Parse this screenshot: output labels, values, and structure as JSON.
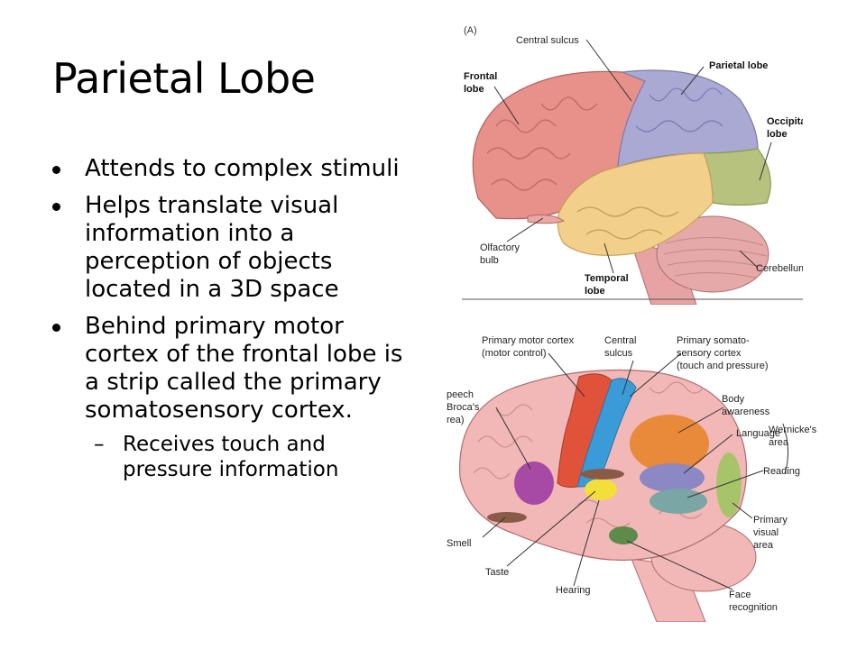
{
  "slide": {
    "title": "Parietal Lobe",
    "bullets": [
      {
        "text": "Attends to complex stimuli"
      },
      {
        "text": "Helps translate visual information into a perception of objects located in a 3D space"
      },
      {
        "text": "Behind primary motor cortex of the frontal lobe is a strip called the primary somatosensory cortex.",
        "sub": [
          "Receives touch and pressure information"
        ]
      }
    ]
  },
  "figure_a": {
    "panel_label": "(A)",
    "labels": {
      "central_sulcus": "Central sulcus",
      "parietal": "Parietal lobe",
      "frontal_1": "Frontal",
      "frontal_2": "lobe",
      "occipital_1": "Occipital",
      "occipital_2": "lobe",
      "olfactory_1": "Olfactory",
      "olfactory_2": "bulb",
      "temporal_1": "Temporal",
      "temporal_2": "lobe",
      "cerebellum": "Cerebellum"
    },
    "colors": {
      "frontal": "#e8908a",
      "parietal": "#a9a9d3",
      "temporal": "#f2cf8a",
      "occipital": "#b7c27e",
      "cerebellum": "#e6a9a9",
      "brainstem": "#e7a3a3"
    }
  },
  "figure_b": {
    "labels": {
      "motor_1": "Primary motor cortex",
      "motor_2": "(motor control)",
      "central_1": "Central",
      "central_2": "sulcus",
      "somato_1": "Primary somato-",
      "somato_2": "sensory cortex",
      "somato_3": "(touch and pressure)",
      "speech_1": "peech",
      "speech_2": "Broca's",
      "speech_3": "rea)",
      "body_1": "Body",
      "body_2": "awareness",
      "language": "Language",
      "wernicke_1": "Wernicke's",
      "wernicke_2": "area",
      "reading": "Reading",
      "smell": "Smell",
      "visual_1": "Primary",
      "visual_2": "visual",
      "visual_3": "area",
      "taste": "Taste",
      "hearing": "Hearing",
      "face_1": "Face",
      "face_2": "recognition"
    },
    "colors": {
      "cortex": "#f2b8b8",
      "motor": "#e0533a",
      "somatosensory": "#3b9bd8",
      "broca": "#a64aa6",
      "body_awareness": "#e98a3a",
      "language": "#8b88c4",
      "reading": "#7aa6a6",
      "visual": "#a8c46a",
      "smell": "#8a5a48",
      "taste": "#f3df3a",
      "hearing": "#6d7d4a",
      "face": "#5e8a4a"
    }
  }
}
